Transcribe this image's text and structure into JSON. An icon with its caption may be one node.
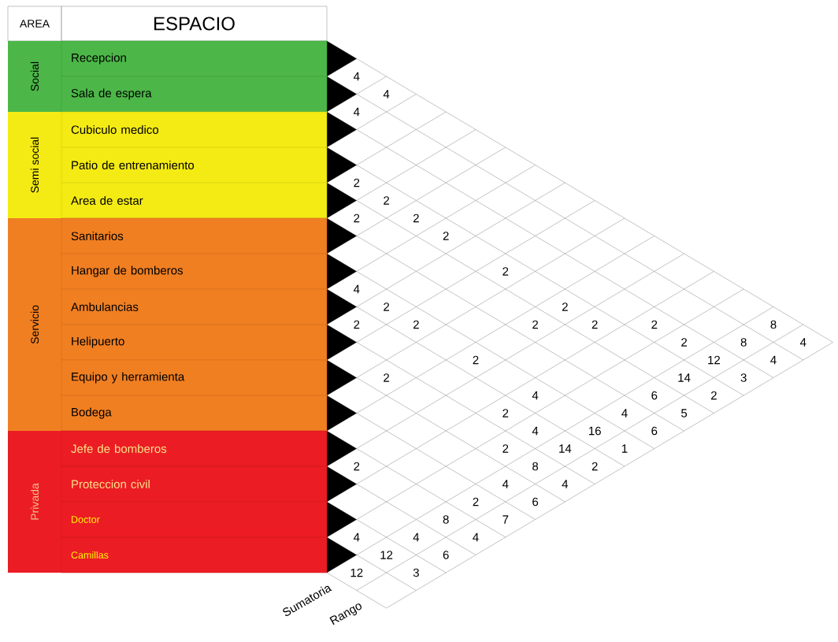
{
  "diagram": {
    "nodes": [
      {
        "text": [
          "Social"
        ]
      },
      {
        "text": [
          "Recepcion"
        ]
      },
      {
        "text": [
          "Sala de espera"
        ]
      },
      {
        "text": [
          "Semi social"
        ]
      },
      {
        "text": [
          "Cubiculo medico"
        ]
      },
      {
        "text": [
          "Patio de entrenamiento"
        ]
      },
      {
        "text": [
          "Area de estar"
        ]
      },
      {
        "text": [
          "Servicio"
        ]
      },
      {
        "text": [
          "Sanitarios"
        ]
      },
      {
        "text": [
          "Hangar de bomberos"
        ]
      },
      {
        "text": [
          "Ambulancias"
        ]
      },
      {
        "text": [
          "Helipuerto"
        ]
      },
      {
        "text": [
          "Equipo y herramienta"
        ]
      },
      {
        "text": [
          "Bodega"
        ]
      },
      {
        "text": [
          "Privada"
        ]
      },
      {
        "text": [
          "Jefe de bomberos"
        ]
      },
      {
        "text": [
          "Proteccion civil"
        ]
      },
      {
        "text": [
          "Doctor"
        ]
      },
      {
        "text": [
          "Camillas"
        ]
      }
    ],
    "labels": [
      "AREA",
      "ESPACIO",
      "4",
      "4",
      "4",
      "2",
      "2",
      "2",
      "2",
      "2",
      "2",
      "4",
      "2",
      "2",
      "2",
      "2",
      "2",
      "2",
      "2",
      "8",
      "2",
      "8",
      "4",
      "2",
      "12",
      "4",
      "2",
      "14",
      "3",
      "4",
      "6",
      "2",
      "2",
      "4",
      "5",
      "4",
      "16",
      "6",
      "2",
      "14",
      "1",
      "2",
      "8",
      "2",
      "4",
      "4",
      "2",
      "6",
      "8",
      "7",
      "4",
      "4",
      "4",
      "12",
      "6",
      "12",
      "3",
      "Sumatoria",
      "Rango"
    ]
  }
}
